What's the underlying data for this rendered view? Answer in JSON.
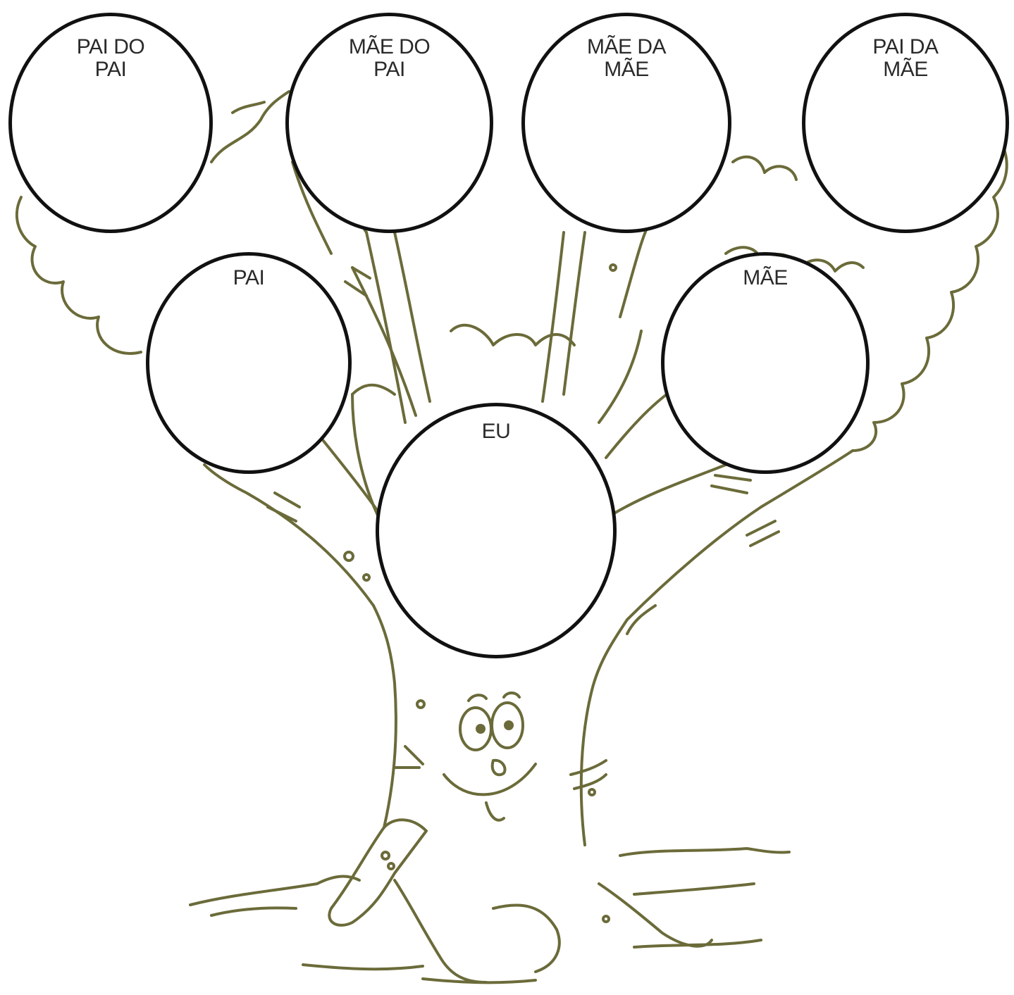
{
  "colors": {
    "tree_line": "#6b6b3a",
    "circle_border": "#111111",
    "label_text": "#2a2a2a",
    "background": "#ffffff"
  },
  "nodes": {
    "pai_do_pai": {
      "line1": "PAI DO",
      "line2": "PAI"
    },
    "mae_do_pai": {
      "line1": "MÃE DO",
      "line2": "PAI"
    },
    "mae_da_mae": {
      "line1": "MÃE DA",
      "line2": "MÃE"
    },
    "pai_da_mae": {
      "line1": "PAI DA",
      "line2": "MÃE"
    },
    "pai": {
      "line1": "PAI"
    },
    "mae": {
      "line1": "MÃE"
    },
    "eu": {
      "line1": "EU"
    }
  }
}
